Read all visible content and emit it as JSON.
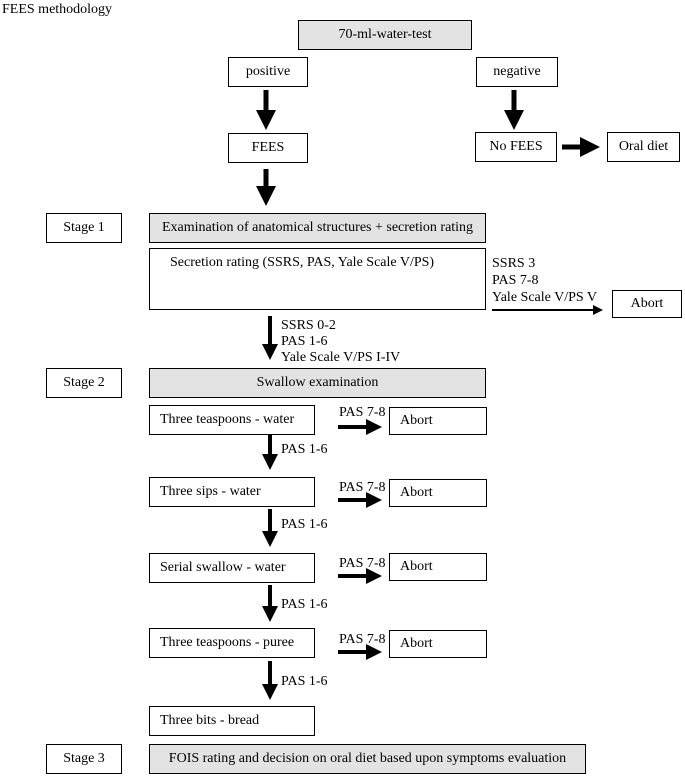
{
  "title": "FEES methodology",
  "top": {
    "test": "70-ml-water-test",
    "positive": "positive",
    "negative": "negative",
    "fees": "FEES",
    "no_fees": "No FEES",
    "oral_diet": "Oral diet"
  },
  "stage1": {
    "label": "Stage 1",
    "header": "Examination of anatomical structures + secretion rating",
    "secretion": "Secretion rating (SSRS, PAS, Yale Scale V/PS)",
    "abort_criteria": [
      "SSRS 3",
      "PAS 7-8",
      "Yale Scale V/PS V"
    ],
    "abort": "Abort",
    "pass_criteria": [
      "SSRS 0-2",
      "PAS 1-6",
      "Yale Scale V/PS I-IV"
    ]
  },
  "stage2": {
    "label": "Stage 2",
    "header": "Swallow examination",
    "steps": [
      {
        "name": "Three teaspoons - water",
        "fail": "PAS 7-8",
        "abort": "Abort",
        "pass": "PAS 1-6"
      },
      {
        "name": "Three sips - water",
        "fail": "PAS 7-8",
        "abort": "Abort",
        "pass": "PAS 1-6"
      },
      {
        "name": "Serial swallow - water",
        "fail": "PAS 7-8",
        "abort": "Abort",
        "pass": "PAS 1-6"
      },
      {
        "name": "Three teaspoons - puree",
        "fail": "PAS 7-8",
        "abort": "Abort",
        "pass": "PAS 1-6"
      },
      {
        "name": "Three bits - bread"
      }
    ]
  },
  "stage3": {
    "label": "Stage 3",
    "header": "FOIS rating and decision on oral diet based upon symptoms evaluation"
  }
}
